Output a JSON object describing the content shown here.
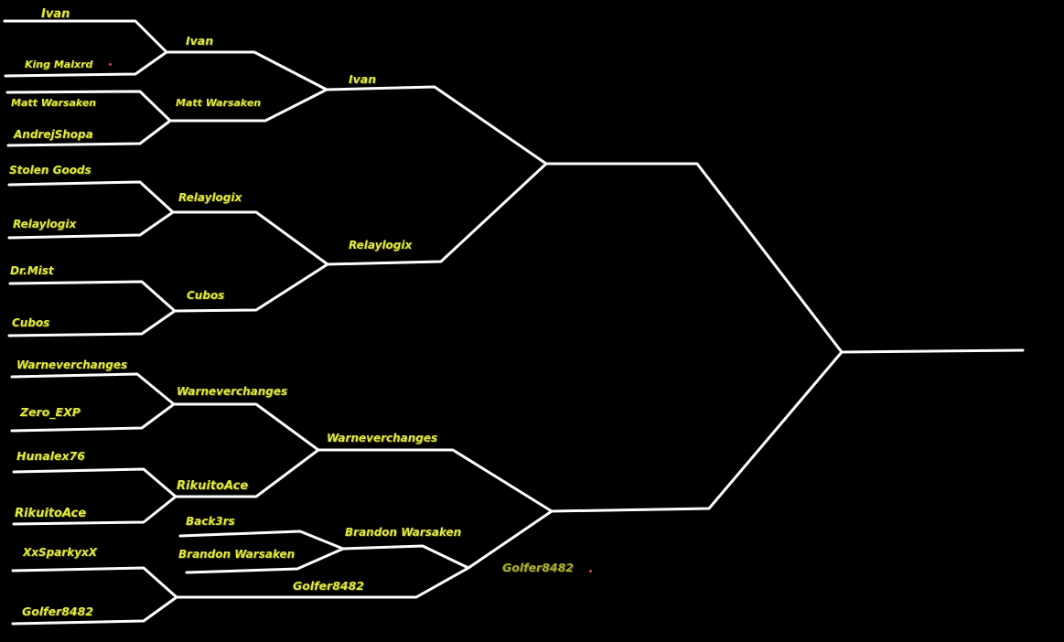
{
  "colors": {
    "background": "#000000",
    "line": "#ffffff",
    "text": "#e3ea3c",
    "text_dim": "#a9ad2b",
    "dot": "#e0433a"
  },
  "round1": {
    "m1_a": "Ivan",
    "m1_b": "King Malxrd",
    "m2_a": "Matt Warsaken",
    "m2_b": "AndrejShopa",
    "m3_a": "Stolen Goods",
    "m3_b": "Relaylogix",
    "m4_a": "Dr.Mist",
    "m4_b": "Cubos",
    "m5_a": "Warneverchanges",
    "m5_b": "Zero_EXP",
    "m6_a": "Hunalex76",
    "m6_b": "RikuitoAce",
    "m7_a": "Back3rs",
    "m7_b": "Brandon Warsaken",
    "m8_a": "XxSparkyxX",
    "m8_b": "Golfer8482"
  },
  "round2": {
    "w1": "Ivan",
    "w2": "Matt Warsaken",
    "w3": "Relaylogix",
    "w4": "Cubos",
    "w5": "Warneverchanges",
    "w6": "RikuitoAce",
    "w7": "Brandon Warsaken",
    "w8": "Golfer8482"
  },
  "round3": {
    "w1": "Ivan",
    "w2": "Relaylogix",
    "w3": "Warneverchanges",
    "w4": "Golfer8482"
  }
}
